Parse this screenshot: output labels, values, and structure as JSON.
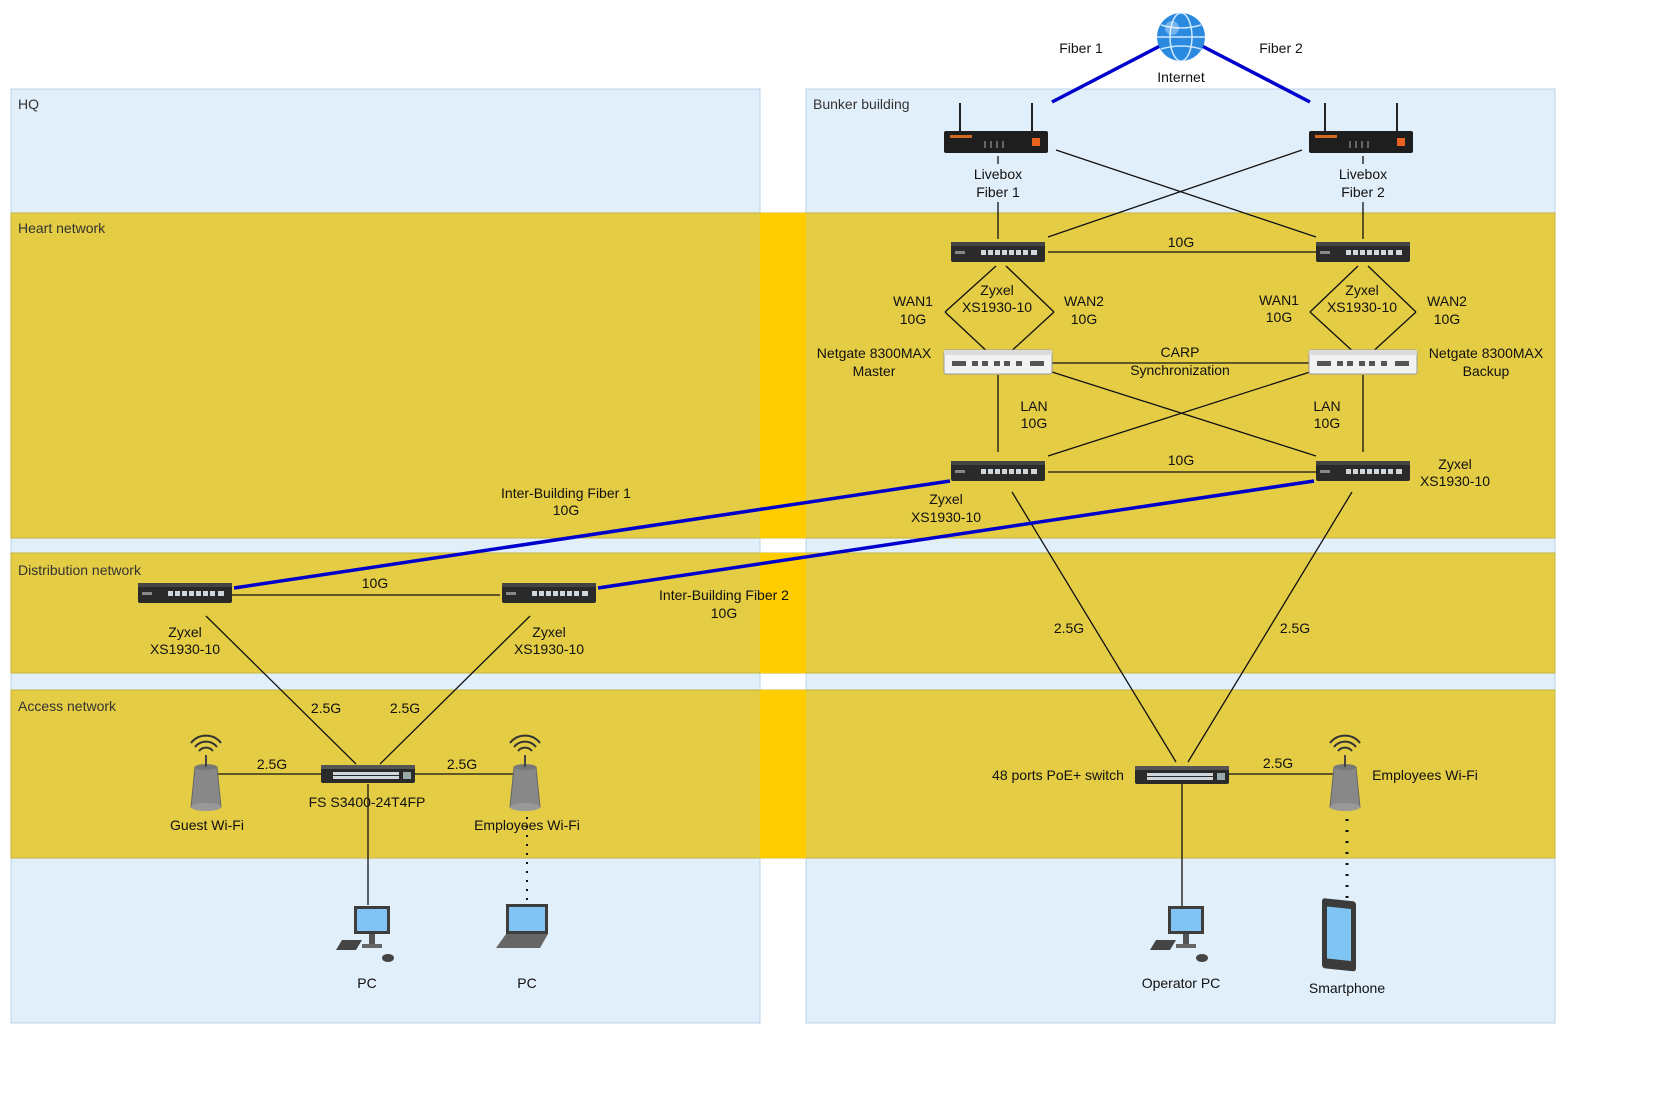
{
  "zones": {
    "hq": "HQ",
    "bunker": "Bunker building",
    "heart": "Heart network",
    "distribution": "Distribution network",
    "access": "Access network"
  },
  "internet": {
    "label": "Internet",
    "fiber1": "Fiber 1",
    "fiber2": "Fiber 2"
  },
  "livebox1": [
    "Livebox",
    "Fiber 1"
  ],
  "livebox2": [
    "Livebox",
    "Fiber 2"
  ],
  "core_link": "10G",
  "core_switch_name": [
    "Zyxel",
    "XS1930-10"
  ],
  "wan1": [
    "WAN1",
    "10G"
  ],
  "wan2": [
    "WAN2",
    "10G"
  ],
  "netgate_master": [
    "Netgate 8300MAX",
    "Master"
  ],
  "netgate_backup": [
    "Netgate 8300MAX",
    "Backup"
  ],
  "carp": [
    "CARP",
    "Synchronization"
  ],
  "lan": [
    "LAN",
    "10G"
  ],
  "bunker_dist_link": "10G",
  "bunker_dist_left": [
    "Zyxel",
    "XS1930-10"
  ],
  "bunker_dist_right": [
    "Zyxel",
    "XS1930-10"
  ],
  "ib_fiber1": [
    "Inter-Building Fiber 1",
    "10G"
  ],
  "ib_fiber2": [
    "Inter-Building Fiber 2",
    "10G"
  ],
  "hq_dist_link": "10G",
  "hq_dist_left": [
    "Zyxel",
    "XS1930-10"
  ],
  "hq_dist_right": [
    "Zyxel",
    "XS1930-10"
  ],
  "speed_25": "2.5G",
  "hq_access_switch": "FS S3400-24T4FP",
  "guest_wifi": "Guest Wi-Fi",
  "employees_wifi": "Employees Wi-Fi",
  "pc": "PC",
  "bunker_access_switch": "48 ports PoE+ switch",
  "operator_pc": "Operator PC",
  "smartphone": "Smartphone",
  "colors": {
    "zone_blue": "#e1effb",
    "zone_yellow": "#e4cc44",
    "column": "#ffcc00",
    "fiber": "#0000cc"
  }
}
